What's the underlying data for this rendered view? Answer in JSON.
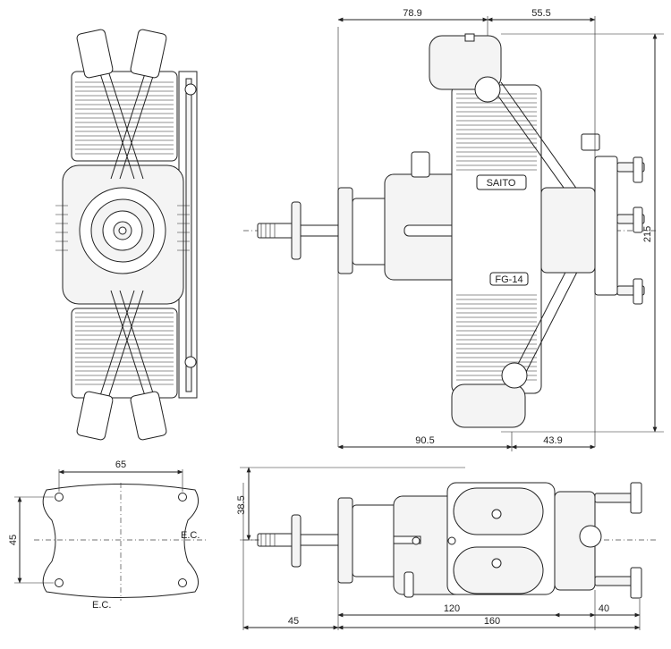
{
  "dimensions": {
    "side_top_left": "78.9",
    "side_top_right": "55.5",
    "side_height": "215",
    "side_bottom_left": "90.5",
    "side_bottom_right": "43.9",
    "mount_width": "65",
    "mount_height": "45",
    "mount_ec_right": "E.C.",
    "mount_ec_bottom": "E.C.",
    "top_height": "38.5",
    "top_prop": "45",
    "top_120": "120",
    "top_160": "160",
    "top_40": "40"
  },
  "nameplate": {
    "brand": "SAITO",
    "model": "FG-14"
  }
}
